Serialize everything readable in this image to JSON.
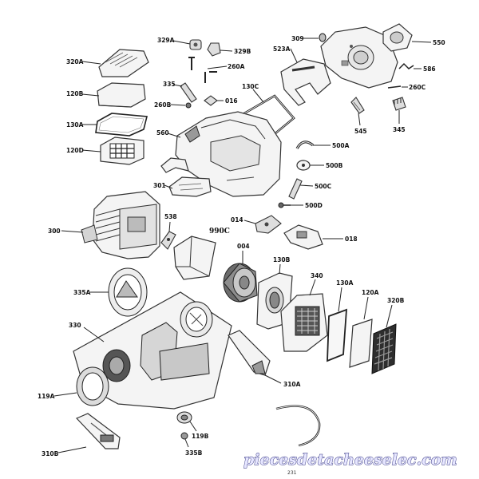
{
  "labels": {
    "l320A_top": "320A",
    "l329A": "329A",
    "l329B": "329B",
    "l260A": "260A",
    "l309": "309",
    "l523A": "523A",
    "l550": "550",
    "l586": "586",
    "l260C": "260C",
    "l120B": "120B",
    "l335": "335",
    "l260B": "260B",
    "l016": "016",
    "l130C": "130C",
    "l545": "545",
    "l345": "345",
    "l130A_top": "130A",
    "l560": "560",
    "l500A": "500A",
    "l120D": "120D",
    "l500B": "500B",
    "l500C": "500C",
    "l301": "301",
    "l500D": "500D",
    "l014": "014",
    "l538": "538",
    "l990C": "990C",
    "l300": "300",
    "l018": "018",
    "l004": "004",
    "l130B": "130B",
    "l340": "340",
    "l130A_mid": "130A",
    "l120A": "120A",
    "l320B": "320B",
    "l335A": "335A",
    "l330": "330",
    "l310A": "310A",
    "l119A": "119A",
    "l119B": "119B",
    "l310B": "310B",
    "l335B": "335B"
  },
  "watermark": "piecesdetacheeselec.com",
  "page_number": "231"
}
